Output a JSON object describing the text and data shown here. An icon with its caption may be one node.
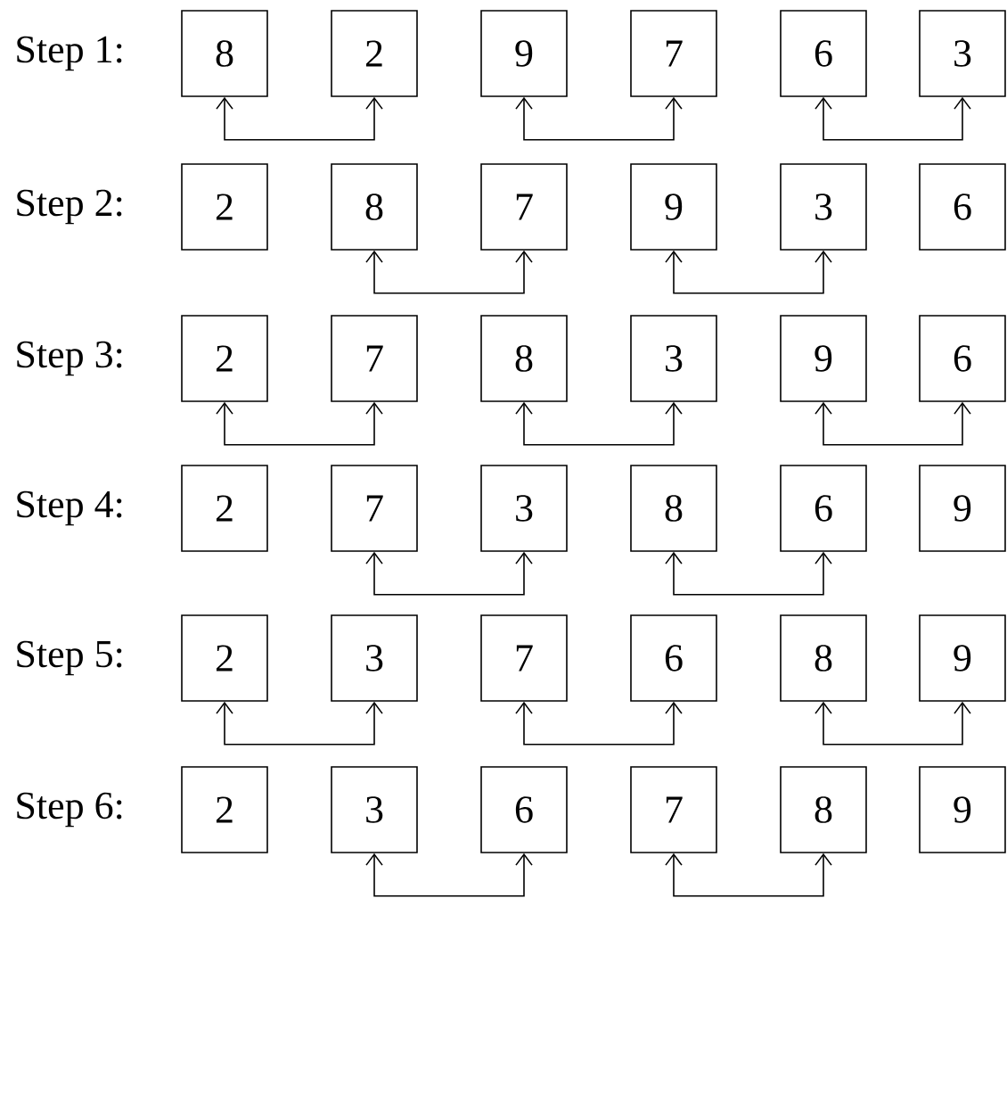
{
  "diagram": {
    "nodes": [
      {
        "text": [
          "8"
        ]
      },
      {
        "text": [
          "2"
        ]
      },
      {
        "text": [
          "9"
        ]
      },
      {
        "text": [
          "7"
        ]
      },
      {
        "text": [
          "6"
        ]
      },
      {
        "text": [
          "3"
        ]
      },
      {
        "text": [
          "2"
        ]
      },
      {
        "text": [
          "8"
        ]
      },
      {
        "text": [
          "7"
        ]
      },
      {
        "text": [
          "9"
        ]
      },
      {
        "text": [
          "3"
        ]
      },
      {
        "text": [
          "6"
        ]
      },
      {
        "text": [
          "2"
        ]
      },
      {
        "text": [
          "7"
        ]
      },
      {
        "text": [
          "8"
        ]
      },
      {
        "text": [
          "3"
        ]
      },
      {
        "text": [
          "9"
        ]
      },
      {
        "text": [
          "6"
        ]
      },
      {
        "text": [
          "2"
        ]
      },
      {
        "text": [
          "7"
        ]
      },
      {
        "text": [
          "3"
        ]
      },
      {
        "text": [
          "8"
        ]
      },
      {
        "text": [
          "6"
        ]
      },
      {
        "text": [
          "9"
        ]
      },
      {
        "text": [
          "2"
        ]
      },
      {
        "text": [
          "3"
        ]
      },
      {
        "text": [
          "7"
        ]
      },
      {
        "text": [
          "6"
        ]
      },
      {
        "text": [
          "8"
        ]
      },
      {
        "text": [
          "9"
        ]
      },
      {
        "text": [
          "2"
        ]
      },
      {
        "text": [
          "3"
        ]
      },
      {
        "text": [
          "6"
        ]
      },
      {
        "text": [
          "7"
        ]
      },
      {
        "text": [
          "8"
        ]
      },
      {
        "text": [
          "9"
        ]
      }
    ],
    "edges": [
      {
        "from": 0,
        "to": 1,
        "arrow": "both"
      },
      {
        "from": 2,
        "to": 3,
        "arrow": "both"
      },
      {
        "from": 4,
        "to": 5,
        "arrow": "both"
      },
      {
        "from": 7,
        "to": 8,
        "arrow": "both"
      },
      {
        "from": 9,
        "to": 10,
        "arrow": "both"
      },
      {
        "from": 12,
        "to": 13,
        "arrow": "both"
      },
      {
        "from": 14,
        "to": 15,
        "arrow": "both"
      },
      {
        "from": 16,
        "to": 17,
        "arrow": "both"
      },
      {
        "from": 19,
        "to": 20,
        "arrow": "both"
      },
      {
        "from": 21,
        "to": 22,
        "arrow": "both"
      },
      {
        "from": 24,
        "to": 25,
        "arrow": "both"
      },
      {
        "from": 26,
        "to": 27,
        "arrow": "both"
      },
      {
        "from": 28,
        "to": 29,
        "arrow": "both"
      },
      {
        "from": 31,
        "to": 32,
        "arrow": "both"
      },
      {
        "from": 33,
        "to": 34,
        "arrow": "both"
      }
    ],
    "labels": [
      "Step 1:",
      "Step 2:",
      "Step 3:",
      "Step 4:",
      "Step 5:",
      "Step 6:"
    ]
  }
}
